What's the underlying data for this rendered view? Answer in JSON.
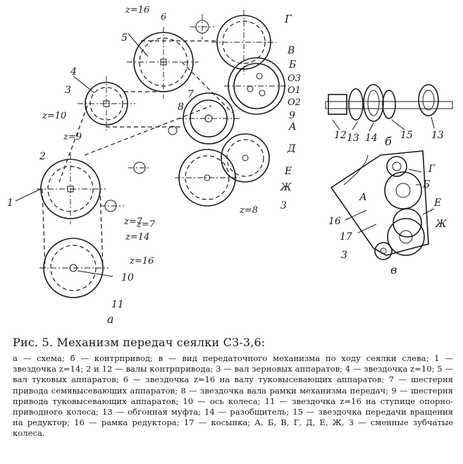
{
  "figure": {
    "panel_a": {
      "sublabel": "а",
      "labels": {
        "z16_top": "z=16",
        "n6": "6",
        "g": "Г",
        "n5": "5",
        "v": "В",
        "b": "Б",
        "o3": "O3",
        "o1": "O1",
        "o2": "O2",
        "n4": "4",
        "n3": "3",
        "z10": "z=10",
        "n7": "7",
        "n8": "8",
        "n9": "9",
        "a": "А",
        "z9": "z=9",
        "d": "Д",
        "e": "Е",
        "zh": "Ж",
        "n2": "2",
        "n1": "1",
        "z7_right": "z=7",
        "z8": "z=8",
        "n3_lower": "3",
        "z7_left": "z=7",
        "z14": "z=14",
        "z16_bottom": "z=16",
        "n10": "10",
        "n11": "11"
      }
    },
    "panel_b": {
      "sublabel": "б",
      "labels": {
        "n12": "12",
        "n13a": "13",
        "n14": "14",
        "n15": "15",
        "n13b": "13"
      }
    },
    "panel_c": {
      "sublabel": "в",
      "labels": {
        "g": "Г",
        "b": "Б",
        "a": "А",
        "e": "Е",
        "zh": "Ж",
        "n16": "16",
        "n17": "17",
        "n3": "3"
      }
    }
  },
  "caption": {
    "title": "Рис. 5. Механизм передач сеялки СЗ-3,6:",
    "body": "а — схема; б — контрпривод; в — вид передаточного механизма по ходу сеялки слева; 1 — звездочка z=14; 2 и 12 — валы контрпривода; 3 — вал зерновых аппаратов; 4 — звездочка z=10; 5 — вал туковых аппаратов; 6 — звездочка z=16 на валу туковысевающих аппаратов; 7 — шестерня привода семявысевающих аппаратов; 8 — звездочка вала рамки механизма передач; 9 — шестерня привода туковысевающих аппаратов; 10 — ось колеса; 11 — звездочка z=16 на ступице опорно-приводного колеса; 13 — обгонная муфта; 14 — разобщитель; 15 — звездочка передачи вращения на редуктор; 16 — рамка редуктора; 17 — косынка; А, Б, В, Г, Д, Е, Ж, З — сменные зубчатые колеса."
  }
}
